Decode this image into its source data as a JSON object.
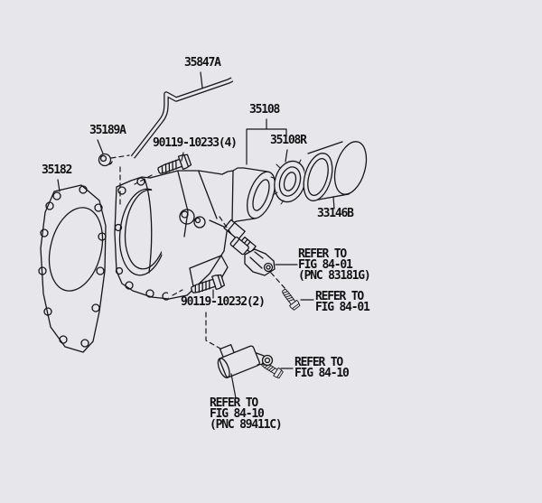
{
  "colors": {
    "background": "#e7e7eb",
    "line": "#161616",
    "text": "#111111"
  },
  "diagram": {
    "type": "exploded-parts-diagram",
    "labels": {
      "pipe": "35847A",
      "clip": "35189A",
      "bolt_upper": "90119-10233(4)",
      "gasket": "35182",
      "extension_housing": "35108",
      "oil_seal": "35108R",
      "dust_cover": "33146B",
      "bolt_lower": "90119-10232(2)",
      "ref_sensor_upper": "REFER TO\nFIG 84-01\n(PNC 83181G)",
      "ref_bolt_upper": "REFER TO\nFIG 84-01",
      "ref_bolt_lower": "REFER TO\nFIG 84-10",
      "ref_sensor_lower": "REFER TO\nFIG 84-10\n(PNC 89411C)"
    }
  }
}
